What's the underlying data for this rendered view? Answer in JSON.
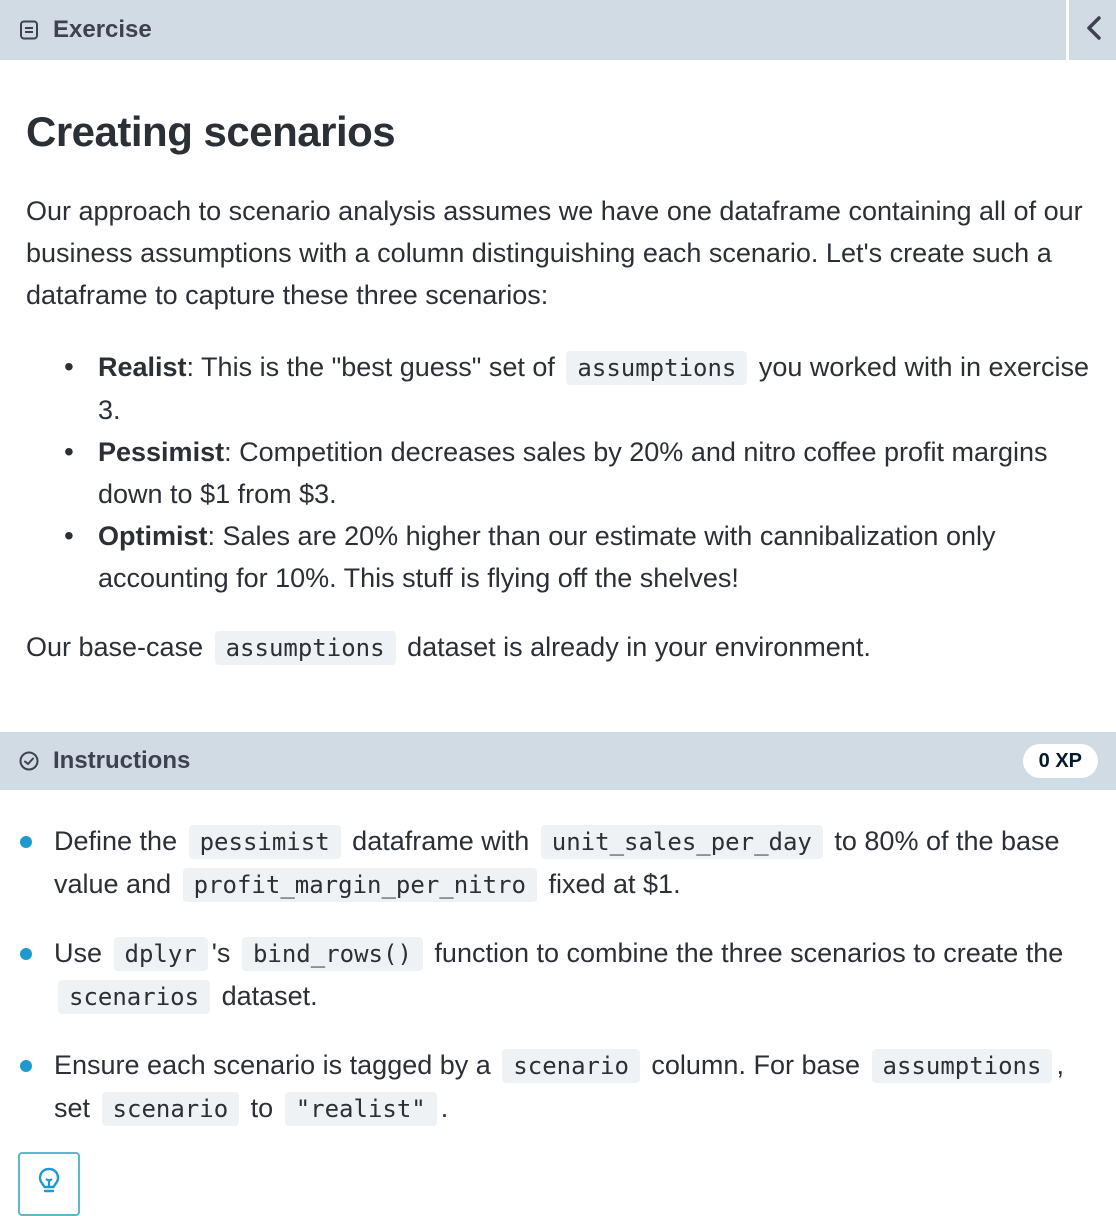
{
  "exercise_header": {
    "title": "Exercise",
    "icon": "document-icon",
    "collapse_icon": "chevron-left-icon"
  },
  "content": {
    "title": "Creating scenarios",
    "intro": "Our approach to scenario analysis assumes we have one dataframe containing all of our business assumptions with a column distinguishing each scenario. Let's create such a dataframe to capture these three scenarios:",
    "scenarios": [
      {
        "name": "Realist",
        "text_a": ": This is the \"best guess\" set of",
        "code": "assumptions",
        "text_b": "you worked with in exercise 3."
      },
      {
        "name": "Pessimist",
        "text": ": Competition decreases sales by 20% and nitro coffee profit margins down to $1 from $3."
      },
      {
        "name": "Optimist",
        "text": ": Sales are 20% higher than our estimate with cannibalization only accounting for 10%. This stuff is flying off the shelves!"
      }
    ],
    "base_case_a": "Our base-case",
    "base_case_code": "assumptions",
    "base_case_b": "dataset is already in your environment."
  },
  "instructions": {
    "title": "Instructions",
    "icon": "check-circle-icon",
    "xp": "0 XP",
    "items": [
      {
        "t1": "Define the",
        "c1": "pessimist",
        "t2": "dataframe with",
        "c2": "unit_sales_per_day",
        "t3": "to 80% of the base value and",
        "c3": "profit_margin_per_nitro",
        "t4": "fixed at $1."
      },
      {
        "t1": "Use",
        "c1": "dplyr",
        "t2": "'s",
        "c2": "bind_rows()",
        "t3": "function to combine the three scenarios to create the",
        "c3": "scenarios",
        "t4": "dataset."
      },
      {
        "t1": "Ensure each scenario is tagged by a",
        "c1": "scenario",
        "t2": "column. For base",
        "c2": "assumptions",
        "t3": ", set",
        "c3": "scenario",
        "t4": "to",
        "c4": "\"realist\"",
        "t5": "."
      }
    ],
    "hint_icon": "lightbulb-icon"
  }
}
